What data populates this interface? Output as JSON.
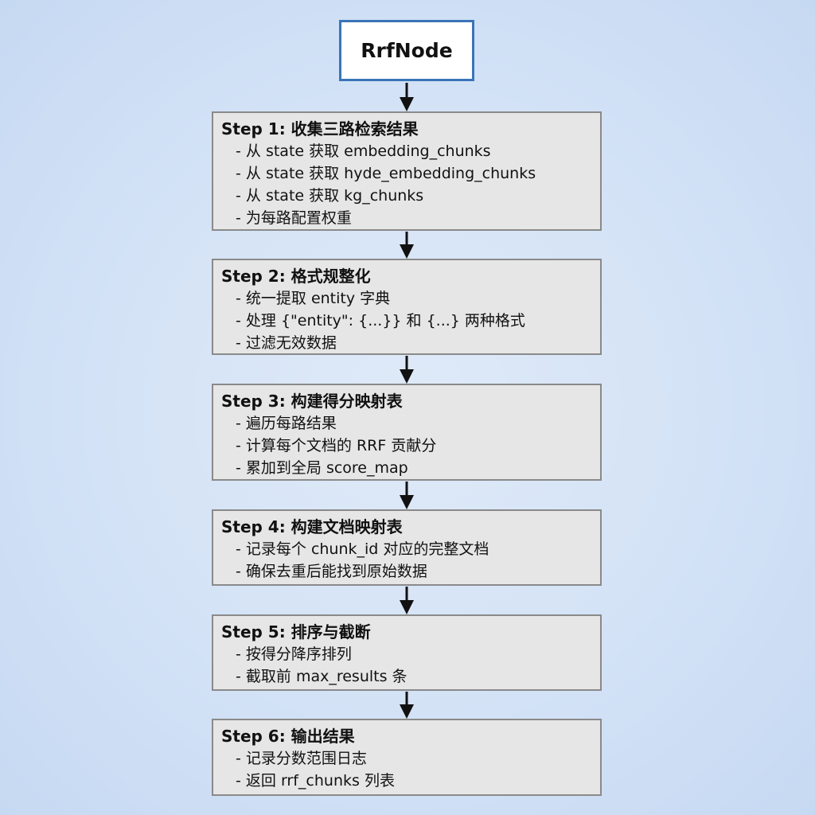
{
  "title": "RrfNode",
  "steps": [
    {
      "title": "Step 1: 收集三路检索结果",
      "items": [
        "从 state 获取 embedding_chunks",
        "从 state 获取 hyde_embedding_chunks",
        "从 state 获取 kg_chunks",
        "为每路配置权重"
      ]
    },
    {
      "title": "Step 2: 格式规整化",
      "items": [
        "统一提取 entity 字典",
        "处理 {\"entity\": {...}} 和 {...} 两种格式",
        "过滤无效数据"
      ]
    },
    {
      "title": "Step 3: 构建得分映射表",
      "items": [
        "遍历每路结果",
        "计算每个文档的 RRF 贡献分",
        "累加到全局 score_map"
      ]
    },
    {
      "title": "Step 4: 构建文档映射表",
      "items": [
        "记录每个 chunk_id 对应的完整文档",
        "确保去重后能找到原始数据"
      ]
    },
    {
      "title": "Step 5: 排序与截断",
      "items": [
        "按得分降序排列",
        "截取前 max_results 条"
      ]
    },
    {
      "title": "Step 6: 输出结果",
      "items": [
        "记录分数范围日志",
        "返回 rrf_chunks 列表"
      ]
    }
  ],
  "colors": {
    "title_border": "#3a74b8",
    "step_fill": "#e6e6e6",
    "step_border": "#8a8a8a",
    "arrow": "#111111"
  }
}
